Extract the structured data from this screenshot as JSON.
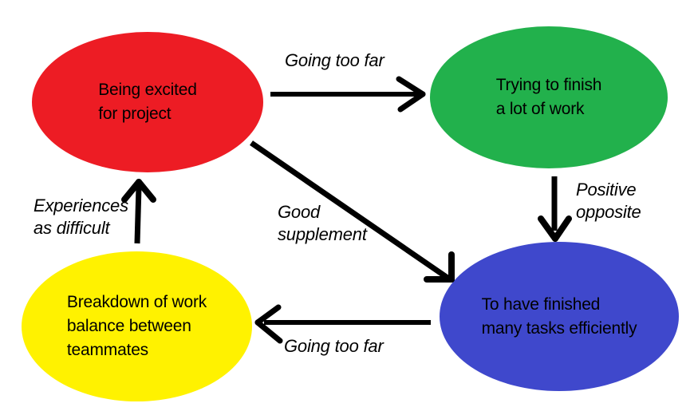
{
  "diagram": {
    "background": "#ffffff",
    "arrow_color": "#000000",
    "text_color": "#000000",
    "nodes": [
      {
        "id": "being-excited",
        "label": "Being excited\nfor project",
        "color": "#ED1C24",
        "color_name": "red"
      },
      {
        "id": "trying-to-finish",
        "label": "Trying to finish\na lot of work",
        "color": "#22B14C",
        "color_name": "green"
      },
      {
        "id": "finished-tasks",
        "label": "To have finished\nmany tasks efficiently",
        "color": "#3F48CC",
        "color_name": "blue"
      },
      {
        "id": "work-breakdown",
        "label": "Breakdown of work\nbalance between\nteammates",
        "color": "#FFF200",
        "color_name": "yellow"
      }
    ],
    "edges": [
      {
        "from": "being-excited",
        "to": "trying-to-finish",
        "label": "Going too far"
      },
      {
        "from": "trying-to-finish",
        "to": "finished-tasks",
        "label": "Positive\nopposite"
      },
      {
        "from": "being-excited",
        "to": "finished-tasks",
        "label": "Good\nsupplement"
      },
      {
        "from": "finished-tasks",
        "to": "work-breakdown",
        "label": "Going too far"
      },
      {
        "from": "work-breakdown",
        "to": "being-excited",
        "label": "Experiences\nas difficult"
      }
    ]
  }
}
